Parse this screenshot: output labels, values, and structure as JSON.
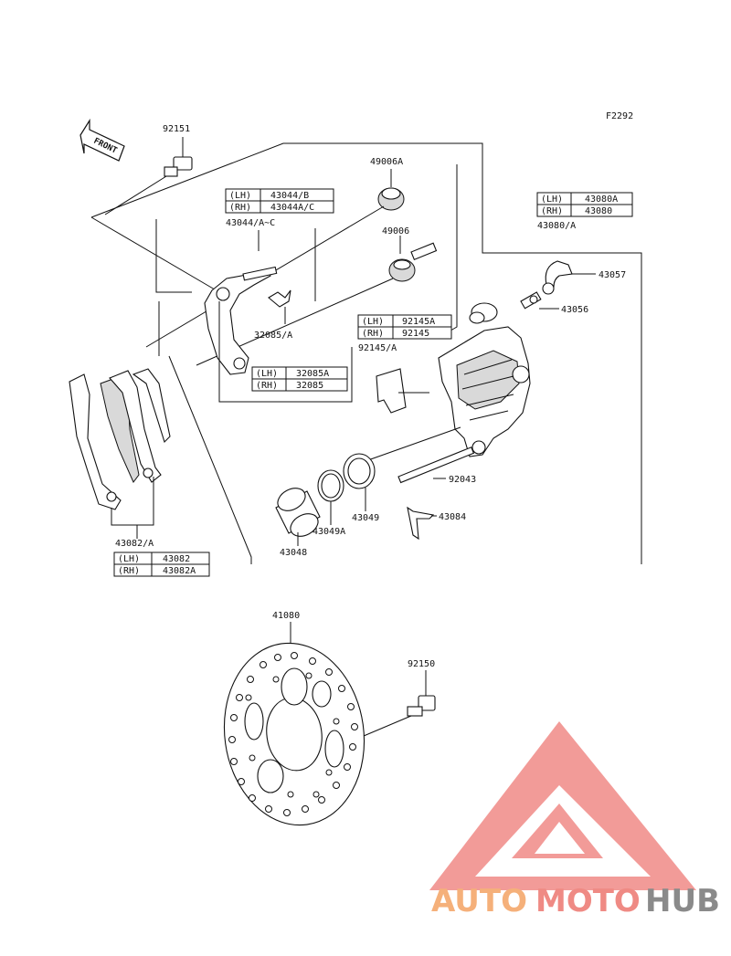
{
  "diagram_code": "F2292",
  "front_arrow": "FRONT",
  "parts": {
    "p92151": "92151",
    "p49006A": "49006A",
    "p49006": "49006",
    "p43044": "43044/A~C",
    "p32085A": "32085/A",
    "p92145A": "92145/A",
    "p43080A": "43080/A",
    "p43057": "43057",
    "p43056": "43056",
    "p92043": "92043",
    "p43084": "43084",
    "p43049": "43049",
    "p43049A": "43049A",
    "p43048": "43048",
    "p43082A": "43082/A",
    "p41080": "41080",
    "p92150": "92150"
  },
  "tables": {
    "t43044": {
      "lh_label": "(LH)",
      "lh_val": "43044/B",
      "rh_label": "(RH)",
      "rh_val": "43044A/C"
    },
    "t43080": {
      "lh_label": "(LH)",
      "lh_val": "43080A",
      "rh_label": "(RH)",
      "rh_val": "43080"
    },
    "t92145": {
      "lh_label": "(LH)",
      "lh_val": "92145A",
      "rh_label": "(RH)",
      "rh_val": "92145"
    },
    "t32085": {
      "lh_label": "(LH)",
      "lh_val": "32085A",
      "rh_label": "(RH)",
      "rh_val": "32085"
    },
    "t43082": {
      "lh_label": "(LH)",
      "lh_val": "43082",
      "rh_label": "(RH)",
      "rh_val": "43082A"
    }
  },
  "watermark": {
    "part1": "AUTO",
    "part2": "MOTO",
    "part3": "HUB",
    "logo_color": "#f08a86"
  }
}
